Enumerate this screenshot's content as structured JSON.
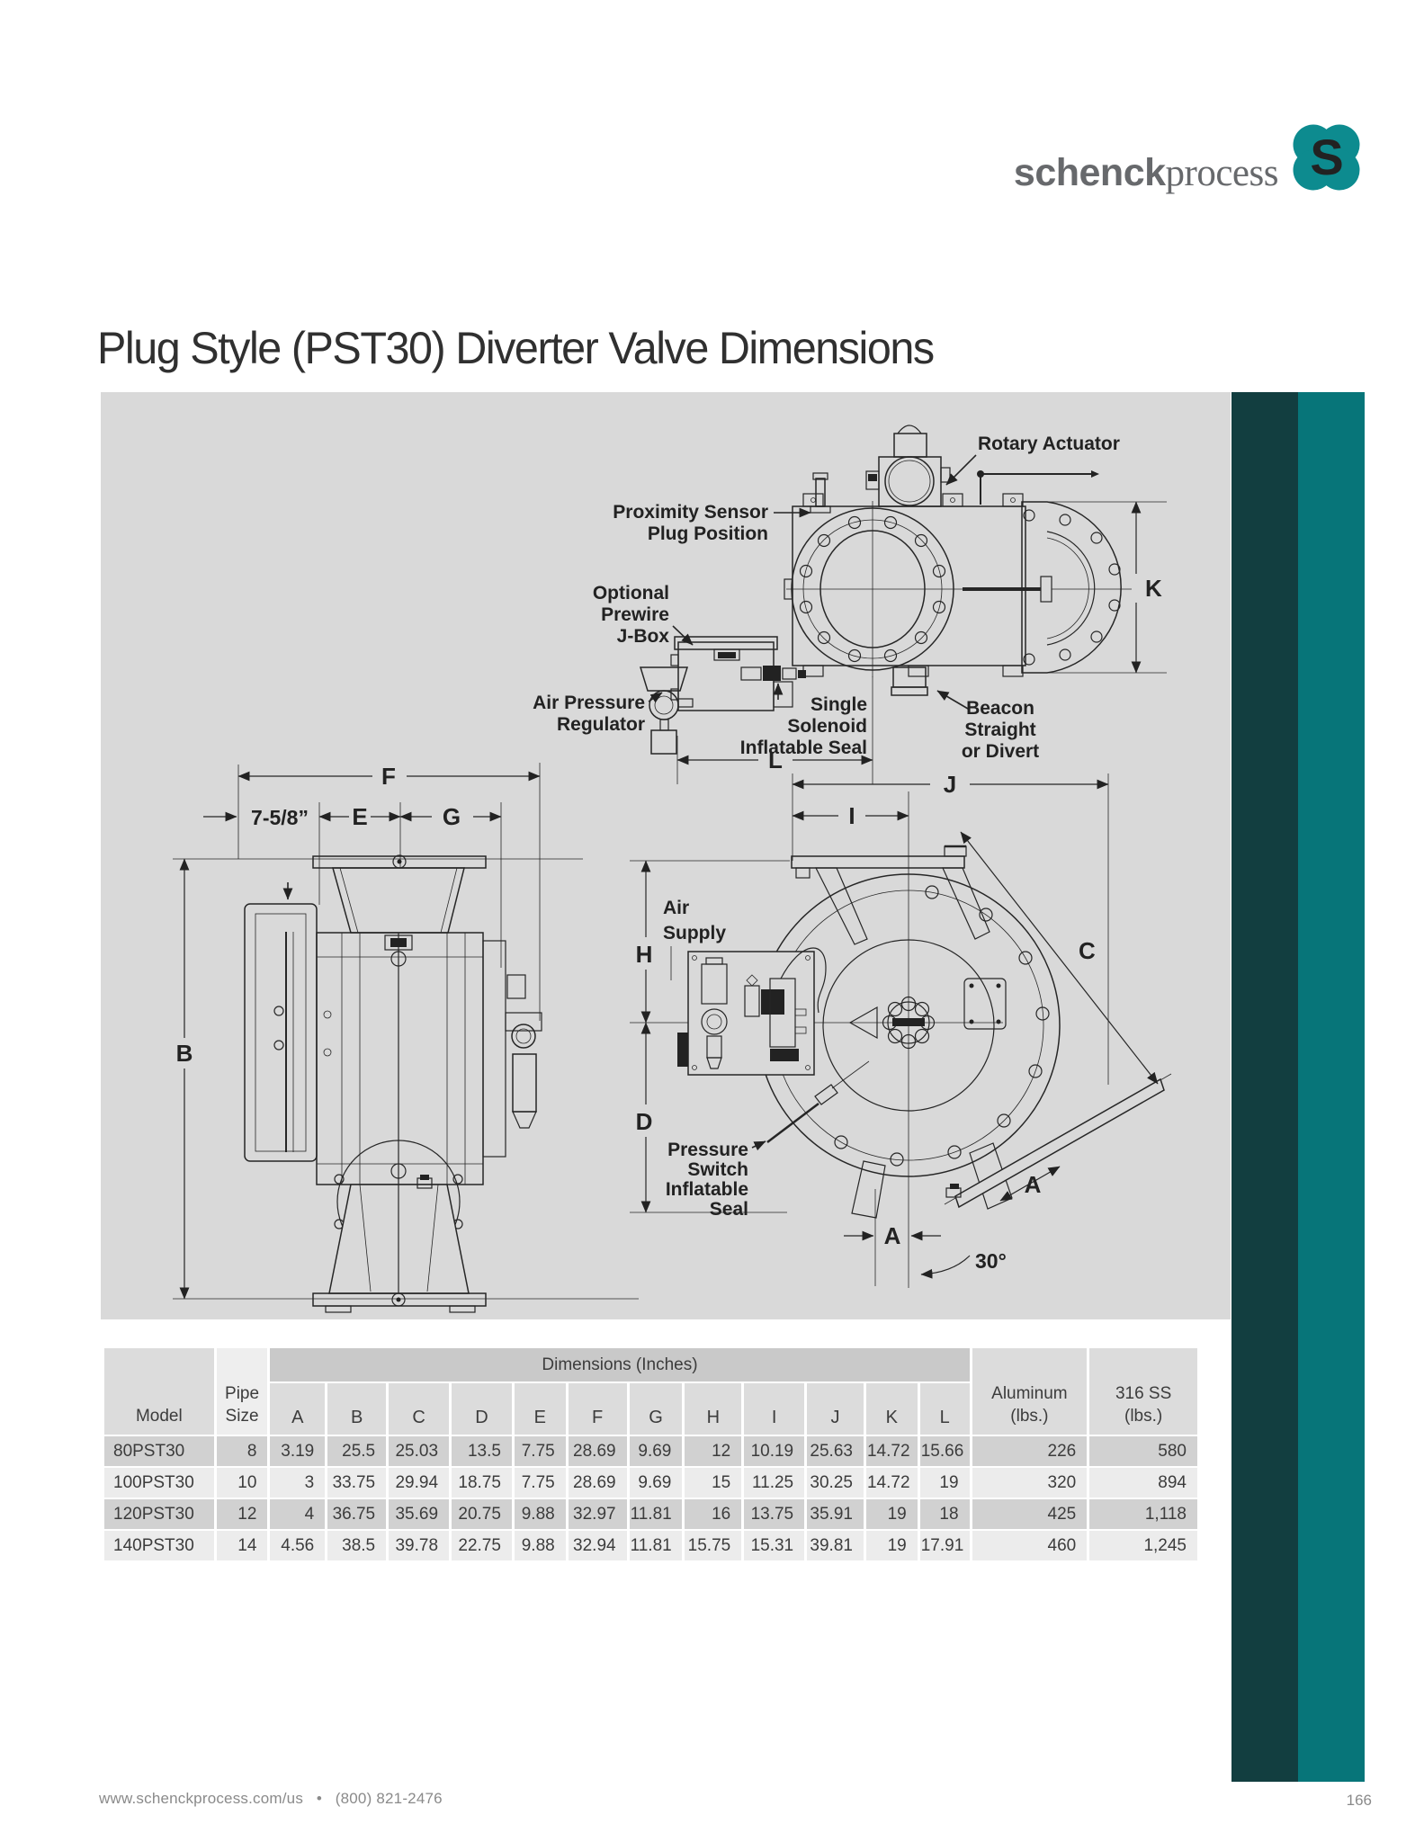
{
  "page": {
    "title": "Plug Style (PST30) Diverter Valve Dimensions",
    "page_number": "166"
  },
  "logo": {
    "brand_bold": "schenck",
    "brand_light": "process",
    "icon_letter": "S"
  },
  "footer": {
    "url": "www.schenckprocess.com/us",
    "separator": "•",
    "phone": "(800) 821-2476"
  },
  "colors": {
    "teal_dark": "#123e40",
    "teal_light": "#077579",
    "logo_teal": "#0d8b8f",
    "panel_gray": "#d9d9d9"
  },
  "diagram": {
    "callouts": {
      "rotary_actuator": "Rotary Actuator",
      "proximity_sensor": [
        "Proximity Sensor",
        "Plug Position"
      ],
      "jbox": [
        "Optional",
        "Prewire",
        "J-Box"
      ],
      "air_pressure_regulator": [
        "Air Pressure",
        "Regulator"
      ],
      "single_solenoid": [
        "Single",
        "Solenoid",
        "Inflatable Seal"
      ],
      "beacon": [
        "Beacon",
        "Straight",
        "or Divert"
      ],
      "air_supply": [
        "Air",
        "Supply"
      ],
      "pressure_switch": [
        "Pressure",
        "Switch",
        "Inflatable",
        "Seal"
      ]
    },
    "dimensions": {
      "f": "F",
      "e": "E",
      "g": "G",
      "b": "B",
      "k": "K",
      "l": "L",
      "j": "J",
      "i": "I",
      "h": "H",
      "d": "D",
      "c": "C",
      "a": "A",
      "a2": "A",
      "seven": "7-5/8”",
      "angle": "30°"
    }
  },
  "table": {
    "span_header": "Dimensions (Inches)",
    "col_model": "Model",
    "col_pipe": "Pipe\nSize",
    "col_aluminum": "Aluminum\n(lbs.)",
    "col_ss": "316 SS\n(lbs.)",
    "dim_cols": [
      "A",
      "B",
      "C",
      "D",
      "E",
      "F",
      "G",
      "H",
      "I",
      "J",
      "K",
      "L"
    ],
    "rows": [
      {
        "model": "80PST30",
        "pipe": "8",
        "dims": [
          "3.19",
          "25.5",
          "25.03",
          "13.5",
          "7.75",
          "28.69",
          "9.69",
          "12",
          "10.19",
          "25.63",
          "14.72",
          "15.66"
        ],
        "aluminum": "226",
        "ss": "580"
      },
      {
        "model": "100PST30",
        "pipe": "10",
        "dims": [
          "3",
          "33.75",
          "29.94",
          "18.75",
          "7.75",
          "28.69",
          "9.69",
          "15",
          "11.25",
          "30.25",
          "14.72",
          "19"
        ],
        "aluminum": "320",
        "ss": "894"
      },
      {
        "model": "120PST30",
        "pipe": "12",
        "dims": [
          "4",
          "36.75",
          "35.69",
          "20.75",
          "9.88",
          "32.97",
          "11.81",
          "16",
          "13.75",
          "35.91",
          "19",
          "18"
        ],
        "aluminum": "425",
        "ss": "1,118"
      },
      {
        "model": "140PST30",
        "pipe": "14",
        "dims": [
          "4.56",
          "38.5",
          "39.78",
          "22.75",
          "9.88",
          "32.94",
          "11.81",
          "15.75",
          "15.31",
          "39.81",
          "19",
          "17.91"
        ],
        "aluminum": "460",
        "ss": "1,245"
      }
    ]
  }
}
